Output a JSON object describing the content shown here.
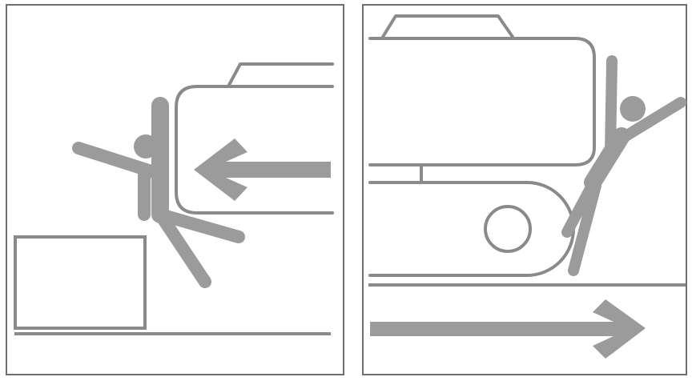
{
  "figure": {
    "panels": [
      {
        "id": "left",
        "icons": [
          "vehicle-front-icon",
          "person-crushed-icon",
          "arrow-left-icon",
          "crate-icon",
          "ground-line"
        ]
      },
      {
        "id": "right",
        "icons": [
          "vehicle-side-icon",
          "wheel-icon",
          "person-struck-icon",
          "arrow-right-icon",
          "ground-line"
        ]
      }
    ],
    "colors": {
      "line": "#8a8a8a",
      "fill": "#9b9b9b",
      "frame": "#6e6e6e",
      "background": "#ffffff"
    }
  }
}
